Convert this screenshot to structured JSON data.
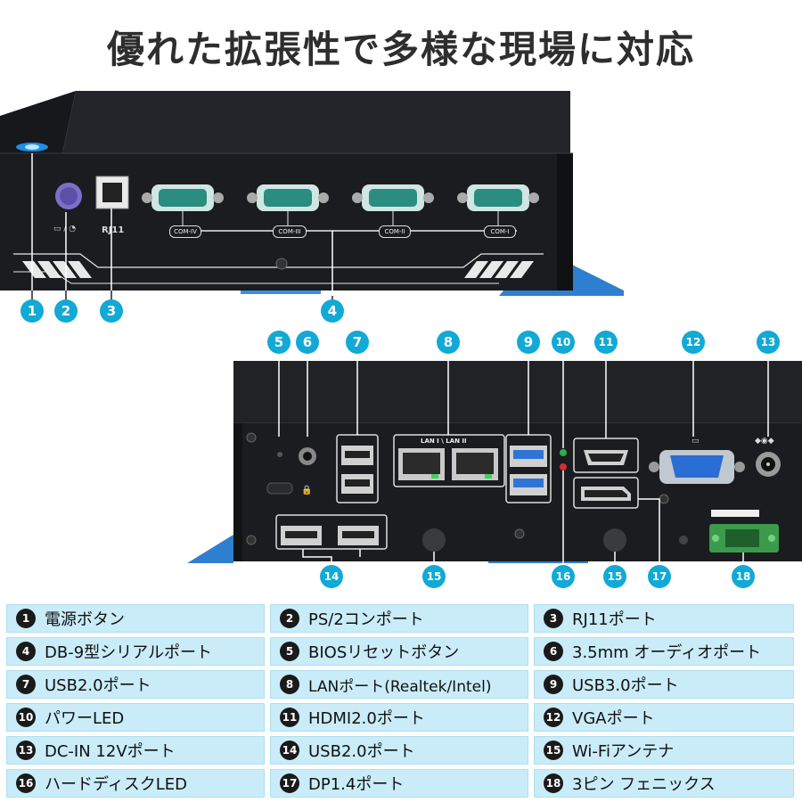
{
  "title": "優れた拡張性で多様な現場に対応",
  "top_panel": {
    "rj11_label": "RJ11",
    "com_labels": [
      "COM-IV",
      "COM-III",
      "COM-II",
      "COM-I"
    ],
    "callouts": [
      "1",
      "2",
      "3",
      "4"
    ]
  },
  "bottom_panel": {
    "lan_label": "LAN I \\ LAN II",
    "callouts": [
      "5",
      "6",
      "7",
      "8",
      "9",
      "10",
      "11",
      "12",
      "13",
      "14",
      "15",
      "16",
      "17",
      "18"
    ]
  },
  "legend": [
    {
      "num": "1",
      "label": "電源ボタン"
    },
    {
      "num": "2",
      "label": "PS/2コンポート"
    },
    {
      "num": "3",
      "label": "RJ11ポート"
    },
    {
      "num": "4",
      "label": "DB-9型シリアルポート"
    },
    {
      "num": "5",
      "label": "BIOSリセットボタン"
    },
    {
      "num": "6",
      "label": "3.5mm オーディオポート"
    },
    {
      "num": "7",
      "label": "USB2.0ポート"
    },
    {
      "num": "8",
      "label": "LANポート(Realtek/Intel)"
    },
    {
      "num": "9",
      "label": "USB3.0ポート"
    },
    {
      "num": "10",
      "label": "パワーLED"
    },
    {
      "num": "11",
      "label": "HDMI2.0ポート"
    },
    {
      "num": "12",
      "label": "VGAポート"
    },
    {
      "num": "13",
      "label": "DC-IN 12Vポート"
    },
    {
      "num": "14",
      "label": "USB2.0ポート"
    },
    {
      "num": "15",
      "label": "Wi-Fiアンテナ"
    },
    {
      "num": "16",
      "label": "ハードディスクLED"
    },
    {
      "num": "17",
      "label": "DP1.4ポート"
    },
    {
      "num": "18",
      "label": "3ピン フェニックス"
    }
  ],
  "colors": {
    "accent": "#11a9d6",
    "legend_bg": "#c9ecf8",
    "chassis": "#1c1d20",
    "bracket": "#2a7fd4"
  }
}
